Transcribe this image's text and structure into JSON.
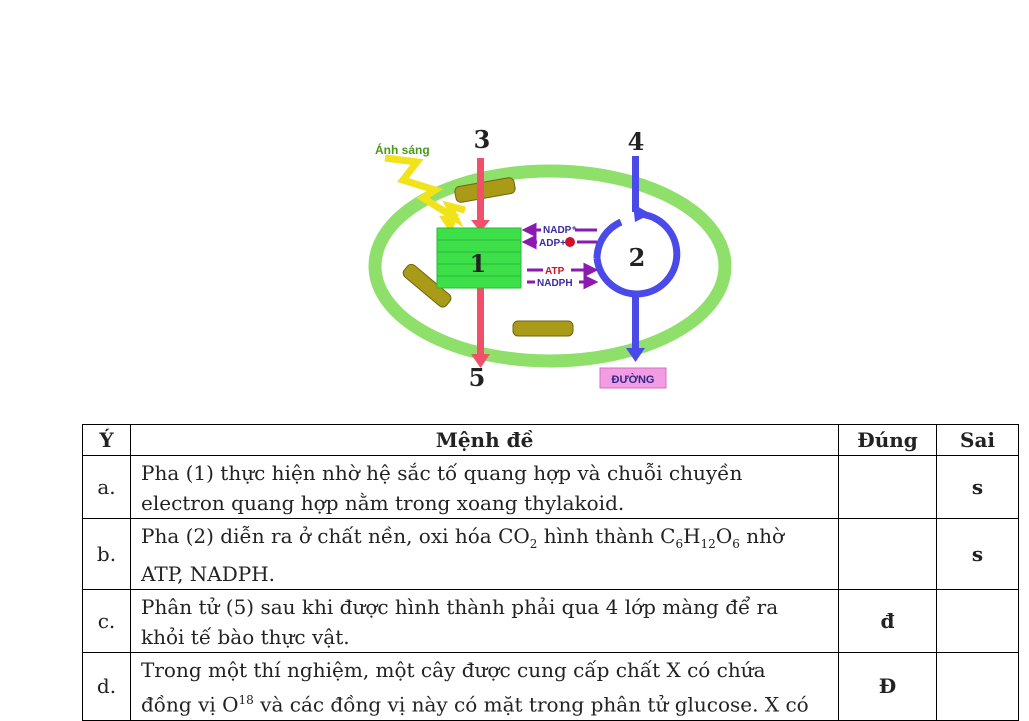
{
  "diagram": {
    "light_label": "Ánh sáng",
    "phase_1": "1",
    "phase_2": "2",
    "label_3": "3",
    "label_4": "4",
    "label_5": "5",
    "nadp_label": "NADP⁺",
    "adp_label": "ADP+",
    "atp_label": "ATP",
    "nadph_label": "NADPH",
    "sugar_label": "ĐƯỜNG",
    "colors": {
      "membrane": "#8fe06a",
      "grana": "#3ee04a",
      "red_arrow": "#f0506a",
      "blue_cycle": "#4a4ae8",
      "purple_arrow": "#8a1ab0",
      "light_yellow": "#f2e21a",
      "sugar_box": "#f39be3"
    },
    "icons": [
      "lightning-icon",
      "thylakoid-icon",
      "calvin-cycle-icon"
    ]
  },
  "table": {
    "headers": {
      "idx": "Ý",
      "statement": "Mệnh đề",
      "true": "Đúng",
      "false": "Sai"
    },
    "rows": [
      {
        "idx": "a.",
        "line1": "Pha (1) thực hiện nhờ hệ sắc tố quang hợp và chuỗi chuyền",
        "line2": "electron quang hợp nằm trong xoang thylakoid.",
        "true": "",
        "false": "s"
      },
      {
        "idx": "b.",
        "text_a": "Pha (2) diễn ra ở chất nền, oxi hóa CO",
        "sub_a": "2",
        "text_b": " hình thành C",
        "sub_b": "6",
        "text_c": "H",
        "sub_c": "12",
        "text_d": "O",
        "sub_d": "6",
        "text_e": " nhờ",
        "line2": "ATP, NADPH.",
        "true": "",
        "false": "s"
      },
      {
        "idx": "c.",
        "line1": "Phân tử (5) sau khi được hình thành phải qua 4 lớp màng để ra",
        "line2": "khỏi tế bào thực vật.",
        "true": "đ",
        "false": ""
      },
      {
        "idx": "d.",
        "line1": "Trong một thí nghiệm, một cây được cung cấp chất X có chứa",
        "line2_a": "đồng vị O",
        "line2_sup": "18",
        "line2_b": " và các đồng vị này có mặt trong phân tử glucose. X có",
        "true": "Đ",
        "false": ""
      }
    ]
  }
}
